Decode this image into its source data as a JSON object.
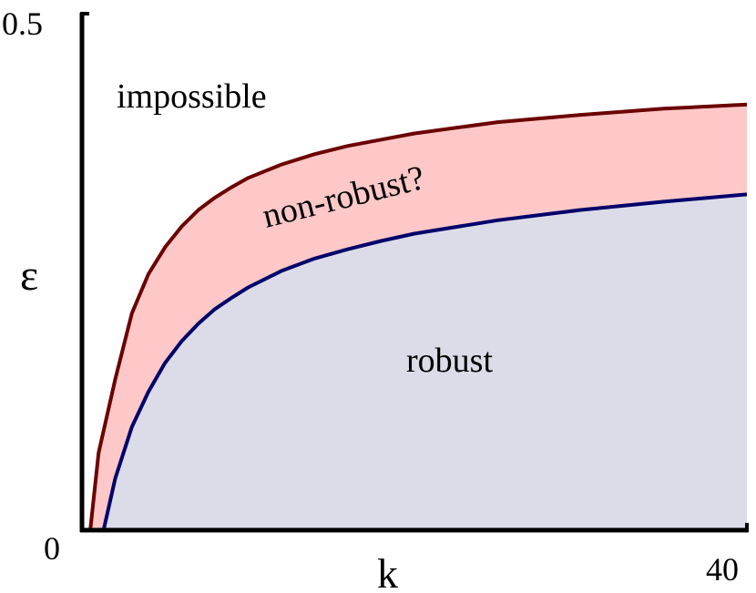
{
  "chart_data": {
    "type": "area",
    "xlabel": "k",
    "ylabel": "ε",
    "xlim": [
      0,
      40
    ],
    "ylim": [
      0,
      0.5
    ],
    "x_ticks": [
      "0",
      "40"
    ],
    "y_ticks": [
      "0",
      "0.5"
    ],
    "grid": false,
    "legend": "none",
    "series": [
      {
        "color": "#6b0000",
        "fill": "#ffc8c8",
        "x": [
          0.5,
          1.0,
          2.0,
          3.0,
          4.0,
          5.0,
          6.0,
          7.0,
          8.0,
          9.0,
          10.0,
          12.0,
          14.0,
          16.0,
          18.0,
          20.0,
          25.0,
          30.0,
          35.0,
          40.0
        ],
        "y": [
          0.0,
          0.075,
          0.146,
          0.21,
          0.248,
          0.274,
          0.294,
          0.31,
          0.322,
          0.332,
          0.341,
          0.354,
          0.364,
          0.372,
          0.378,
          0.384,
          0.395,
          0.402,
          0.408,
          0.412
        ]
      },
      {
        "color": "#00006b",
        "fill": "#dcdce9",
        "x": [
          1.3,
          2.0,
          3.0,
          4.0,
          5.0,
          6.0,
          7.0,
          8.0,
          9.0,
          10.0,
          12.0,
          14.0,
          16.0,
          18.0,
          20.0,
          25.0,
          30.0,
          35.0,
          40.0
        ],
        "y": [
          0.0,
          0.05,
          0.1,
          0.134,
          0.162,
          0.183,
          0.2,
          0.214,
          0.225,
          0.235,
          0.251,
          0.263,
          0.272,
          0.28,
          0.287,
          0.3,
          0.31,
          0.318,
          0.325
        ]
      }
    ],
    "annotations": [
      "impossible",
      "non-robust?",
      "robust"
    ]
  }
}
